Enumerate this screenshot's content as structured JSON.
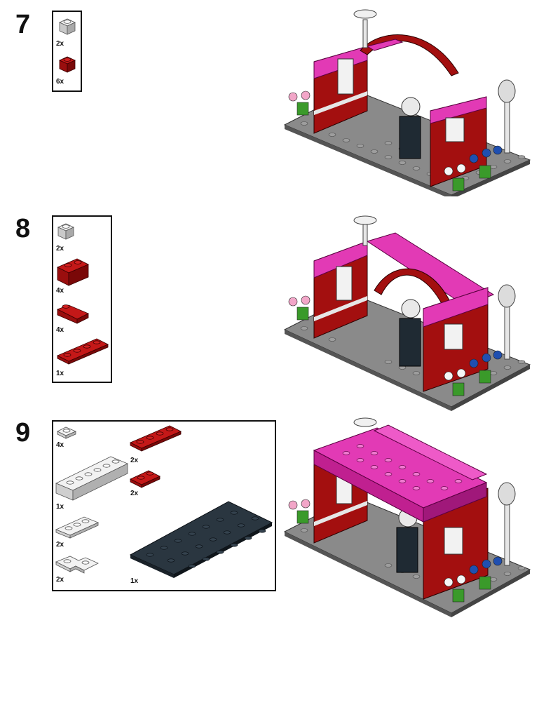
{
  "steps": [
    {
      "number": "7",
      "parts": [
        {
          "qty": "2x",
          "part": "1x1 brick",
          "color": "#d9d9d9"
        },
        {
          "qty": "6x",
          "part": "1x1 brick",
          "color": "#a30f0f"
        }
      ]
    },
    {
      "number": "8",
      "parts": [
        {
          "qty": "2x",
          "part": "1x1 brick",
          "color": "#d9d9d9"
        },
        {
          "qty": "4x",
          "part": "1x2 brick",
          "color": "#a30f0f"
        },
        {
          "qty": "4x",
          "part": "1x2 slope",
          "color": "#a30f0f"
        },
        {
          "qty": "1x",
          "part": "1x4 plate",
          "color": "#a30f0f"
        }
      ]
    },
    {
      "number": "9",
      "parts": [
        {
          "qty": "4x",
          "part": "1x1 plate",
          "color": "#e6e6e6"
        },
        {
          "qty": "1x",
          "part": "1x6 brick",
          "color": "#e6e6e6"
        },
        {
          "qty": "2x",
          "part": "1x3 plate",
          "color": "#e6e6e6"
        },
        {
          "qty": "2x",
          "part": "corner plate",
          "color": "#e6e6e6"
        },
        {
          "qty": "2x",
          "part": "1x4 plate",
          "color": "#a30f0f"
        },
        {
          "qty": "2x",
          "part": "1x2 plate",
          "color": "#a30f0f"
        },
        {
          "qty": "1x",
          "part": "6x12 plate",
          "color": "#1f2a33"
        }
      ]
    }
  ],
  "colors": {
    "red": "#a30f0f",
    "pink": "#e23ab5",
    "light_gray": "#d9d9d9",
    "base_gray": "#7a7a7a",
    "dark": "#1f2a33",
    "green": "#3a9a2a",
    "blue": "#1f4fb0"
  }
}
